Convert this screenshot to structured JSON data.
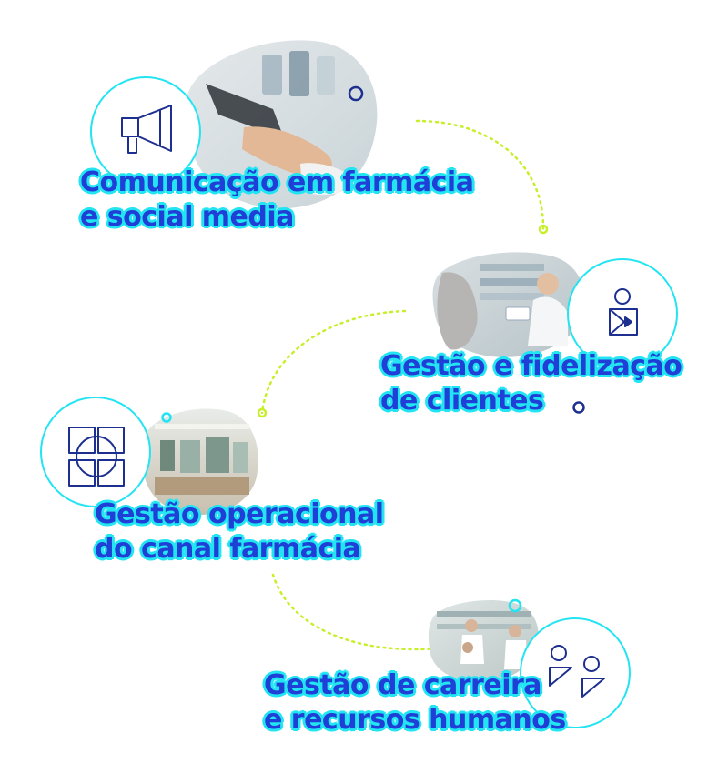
{
  "colors": {
    "title_text": "#1f3fd6",
    "title_outline": "#22e4f2",
    "icon_stroke": "#1d2f8f",
    "ring": "#22e4f2",
    "dotted_path": "#c7ef2a",
    "accent_dot": "#1d2f8f"
  },
  "steps": [
    {
      "icon": "megaphone-icon",
      "photo": "tablet-pharmacy-photo",
      "lines": [
        "Comunicação em farmácia",
        "e social media"
      ]
    },
    {
      "icon": "customer-badge-icon",
      "photo": "pharmacist-customer-photo",
      "lines": [
        "Gestão e fidelização",
        "de clientes"
      ]
    },
    {
      "icon": "shapes-grid-icon",
      "photo": "pharmacy-interior-photo",
      "lines": [
        "Gestão operacional",
        "do canal farmácia"
      ]
    },
    {
      "icon": "people-icon",
      "photo": "pharmacy-team-photo",
      "lines": [
        "Gestão de carreira",
        "e recursos humanos"
      ]
    }
  ]
}
